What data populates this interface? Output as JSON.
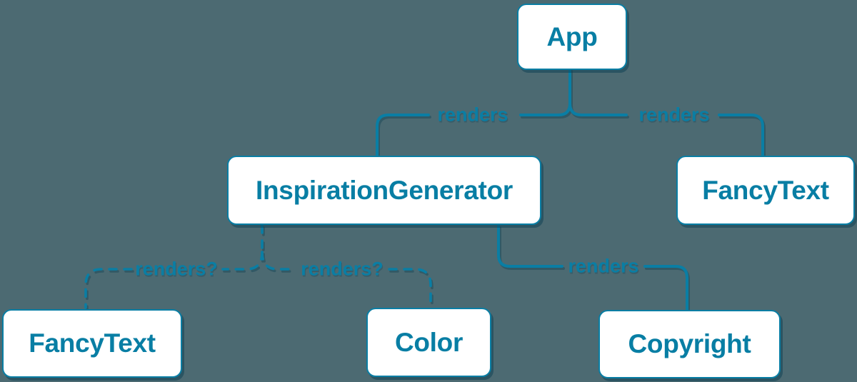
{
  "diagram": {
    "title": "React render tree diagram",
    "type": "component-tree",
    "colors": {
      "background": "#4C6A72",
      "accent": "#0A7EA4",
      "node_fill": "#FFFFFF",
      "node_text": "#087EA4",
      "shadow": "rgba(9,62,82,0.5)"
    },
    "nodes": {
      "app": {
        "label": "App"
      },
      "inspiration_generator": {
        "label": "InspirationGenerator"
      },
      "fancy_text_top": {
        "label": "FancyText"
      },
      "fancy_text_bottom": {
        "label": "FancyText"
      },
      "color": {
        "label": "Color"
      },
      "copyright": {
        "label": "Copyright"
      }
    },
    "edge_labels": {
      "app_to_inspiration": "renders",
      "app_to_fancy_text": "renders",
      "inspiration_to_fancy_text": "renders?",
      "inspiration_to_color": "renders?",
      "inspiration_to_copyright": "renders"
    },
    "edges": [
      {
        "from": "App",
        "to": "InspirationGenerator",
        "label": "renders",
        "style": "solid"
      },
      {
        "from": "App",
        "to": "FancyText",
        "label": "renders",
        "style": "solid"
      },
      {
        "from": "InspirationGenerator",
        "to": "FancyText",
        "label": "renders?",
        "style": "dashed"
      },
      {
        "from": "InspirationGenerator",
        "to": "Color",
        "label": "renders?",
        "style": "dashed"
      },
      {
        "from": "InspirationGenerator",
        "to": "Copyright",
        "label": "renders",
        "style": "solid"
      }
    ]
  }
}
